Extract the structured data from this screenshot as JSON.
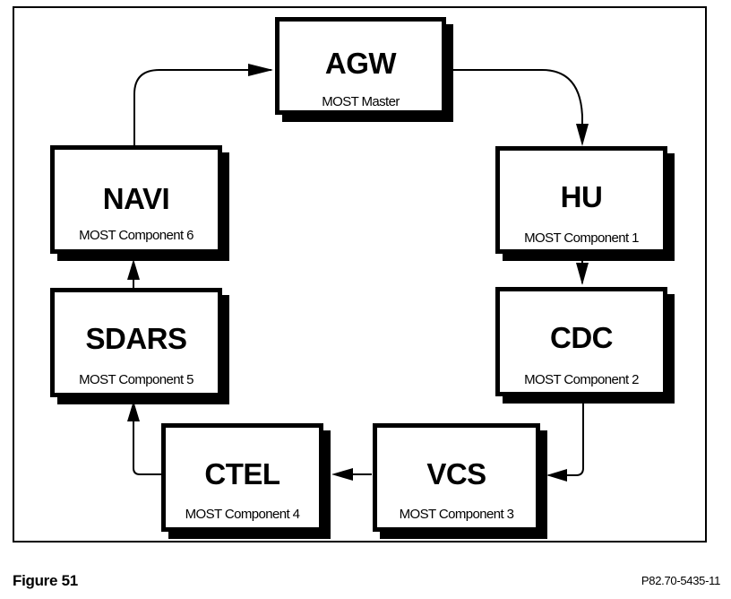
{
  "figure": {
    "label": "Figure 51",
    "reference_code": "P82.70-5435-11"
  },
  "nodes": [
    {
      "id": "agw",
      "title": "AGW",
      "subtitle": "MOST Master"
    },
    {
      "id": "hu",
      "title": "HU",
      "subtitle": "MOST Component 1"
    },
    {
      "id": "cdc",
      "title": "CDC",
      "subtitle": "MOST Component 2"
    },
    {
      "id": "vcs",
      "title": "VCS",
      "subtitle": "MOST Component 3"
    },
    {
      "id": "ctel",
      "title": "CTEL",
      "subtitle": "MOST Component 4"
    },
    {
      "id": "sdars",
      "title": "SDARS",
      "subtitle": "MOST Component 5"
    },
    {
      "id": "navi",
      "title": "NAVI",
      "subtitle": "MOST Component 6"
    }
  ],
  "edges": [
    {
      "from": "AGW",
      "to": "HU"
    },
    {
      "from": "HU",
      "to": "CDC"
    },
    {
      "from": "CDC",
      "to": "VCS"
    },
    {
      "from": "VCS",
      "to": "CTEL"
    },
    {
      "from": "CTEL",
      "to": "SDARS"
    },
    {
      "from": "SDARS",
      "to": "NAVI"
    },
    {
      "from": "NAVI",
      "to": "AGW"
    }
  ],
  "colors": {
    "line": "#000000",
    "background": "#ffffff"
  }
}
